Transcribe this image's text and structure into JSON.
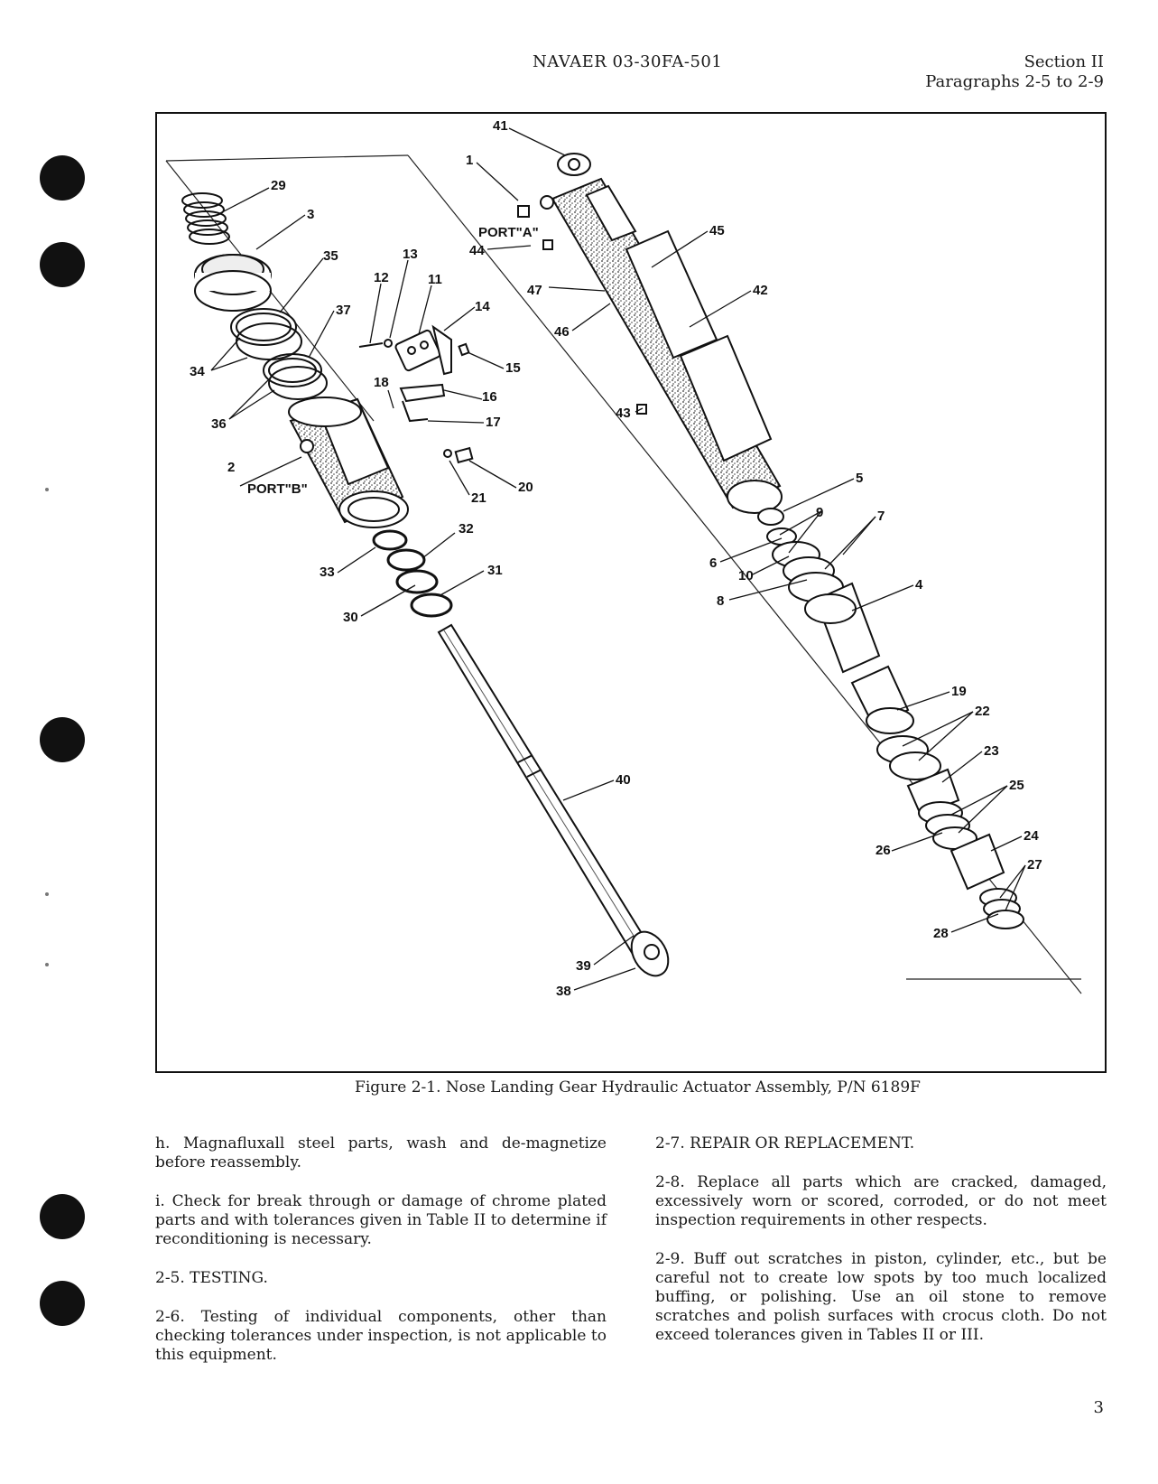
{
  "header": {
    "doc_number": "NAVAER 03-30FA-501",
    "section": "Section II",
    "paragraphs": "Paragraphs 2-5 to 2-9"
  },
  "figure": {
    "caption": "Figure 2-1. Nose Landing Gear Hydraulic Actuator Assembly, P/N 6189F",
    "port_a_label": "PORT\"A\"",
    "port_b_label": "PORT\"B\"",
    "callouts": [
      "1",
      "2",
      "3",
      "4",
      "5",
      "6",
      "7",
      "8",
      "9",
      "10",
      "11",
      "12",
      "13",
      "14",
      "15",
      "16",
      "17",
      "18",
      "19",
      "20",
      "21",
      "22",
      "23",
      "24",
      "25",
      "26",
      "27",
      "28",
      "29",
      "30",
      "31",
      "32",
      "33",
      "34",
      "35",
      "36",
      "37",
      "38",
      "39",
      "40",
      "41",
      "42",
      "43",
      "44",
      "45",
      "46",
      "47"
    ]
  },
  "left_column": {
    "para_h": "h. Magnafluxall steel parts, wash and de-magnetize before reassembly.",
    "para_i": "i. Check for break through or damage of chrome plated parts and with tolerances given in Table II to determine if reconditioning is necessary.",
    "heading_2_5": "2-5. TESTING.",
    "para_2_6": "2-6. Testing of individual components, other than checking tolerances under inspection, is not applicable to this equipment."
  },
  "right_column": {
    "heading_2_7": "2-7. REPAIR OR REPLACEMENT.",
    "para_2_8": "2-8. Replace all parts which are cracked, damaged, excessively worn or scored, corroded, or do not meet inspection requirements in other respects.",
    "para_2_9": "2-9. Buff out scratches in piston, cylinder, etc., but be careful not to create low spots by too much localized buffing, or polishing. Use an oil stone to remove scratches and polish surfaces with crocus cloth. Do not exceed tolerances given in Tables II or III."
  },
  "page_number": "3"
}
